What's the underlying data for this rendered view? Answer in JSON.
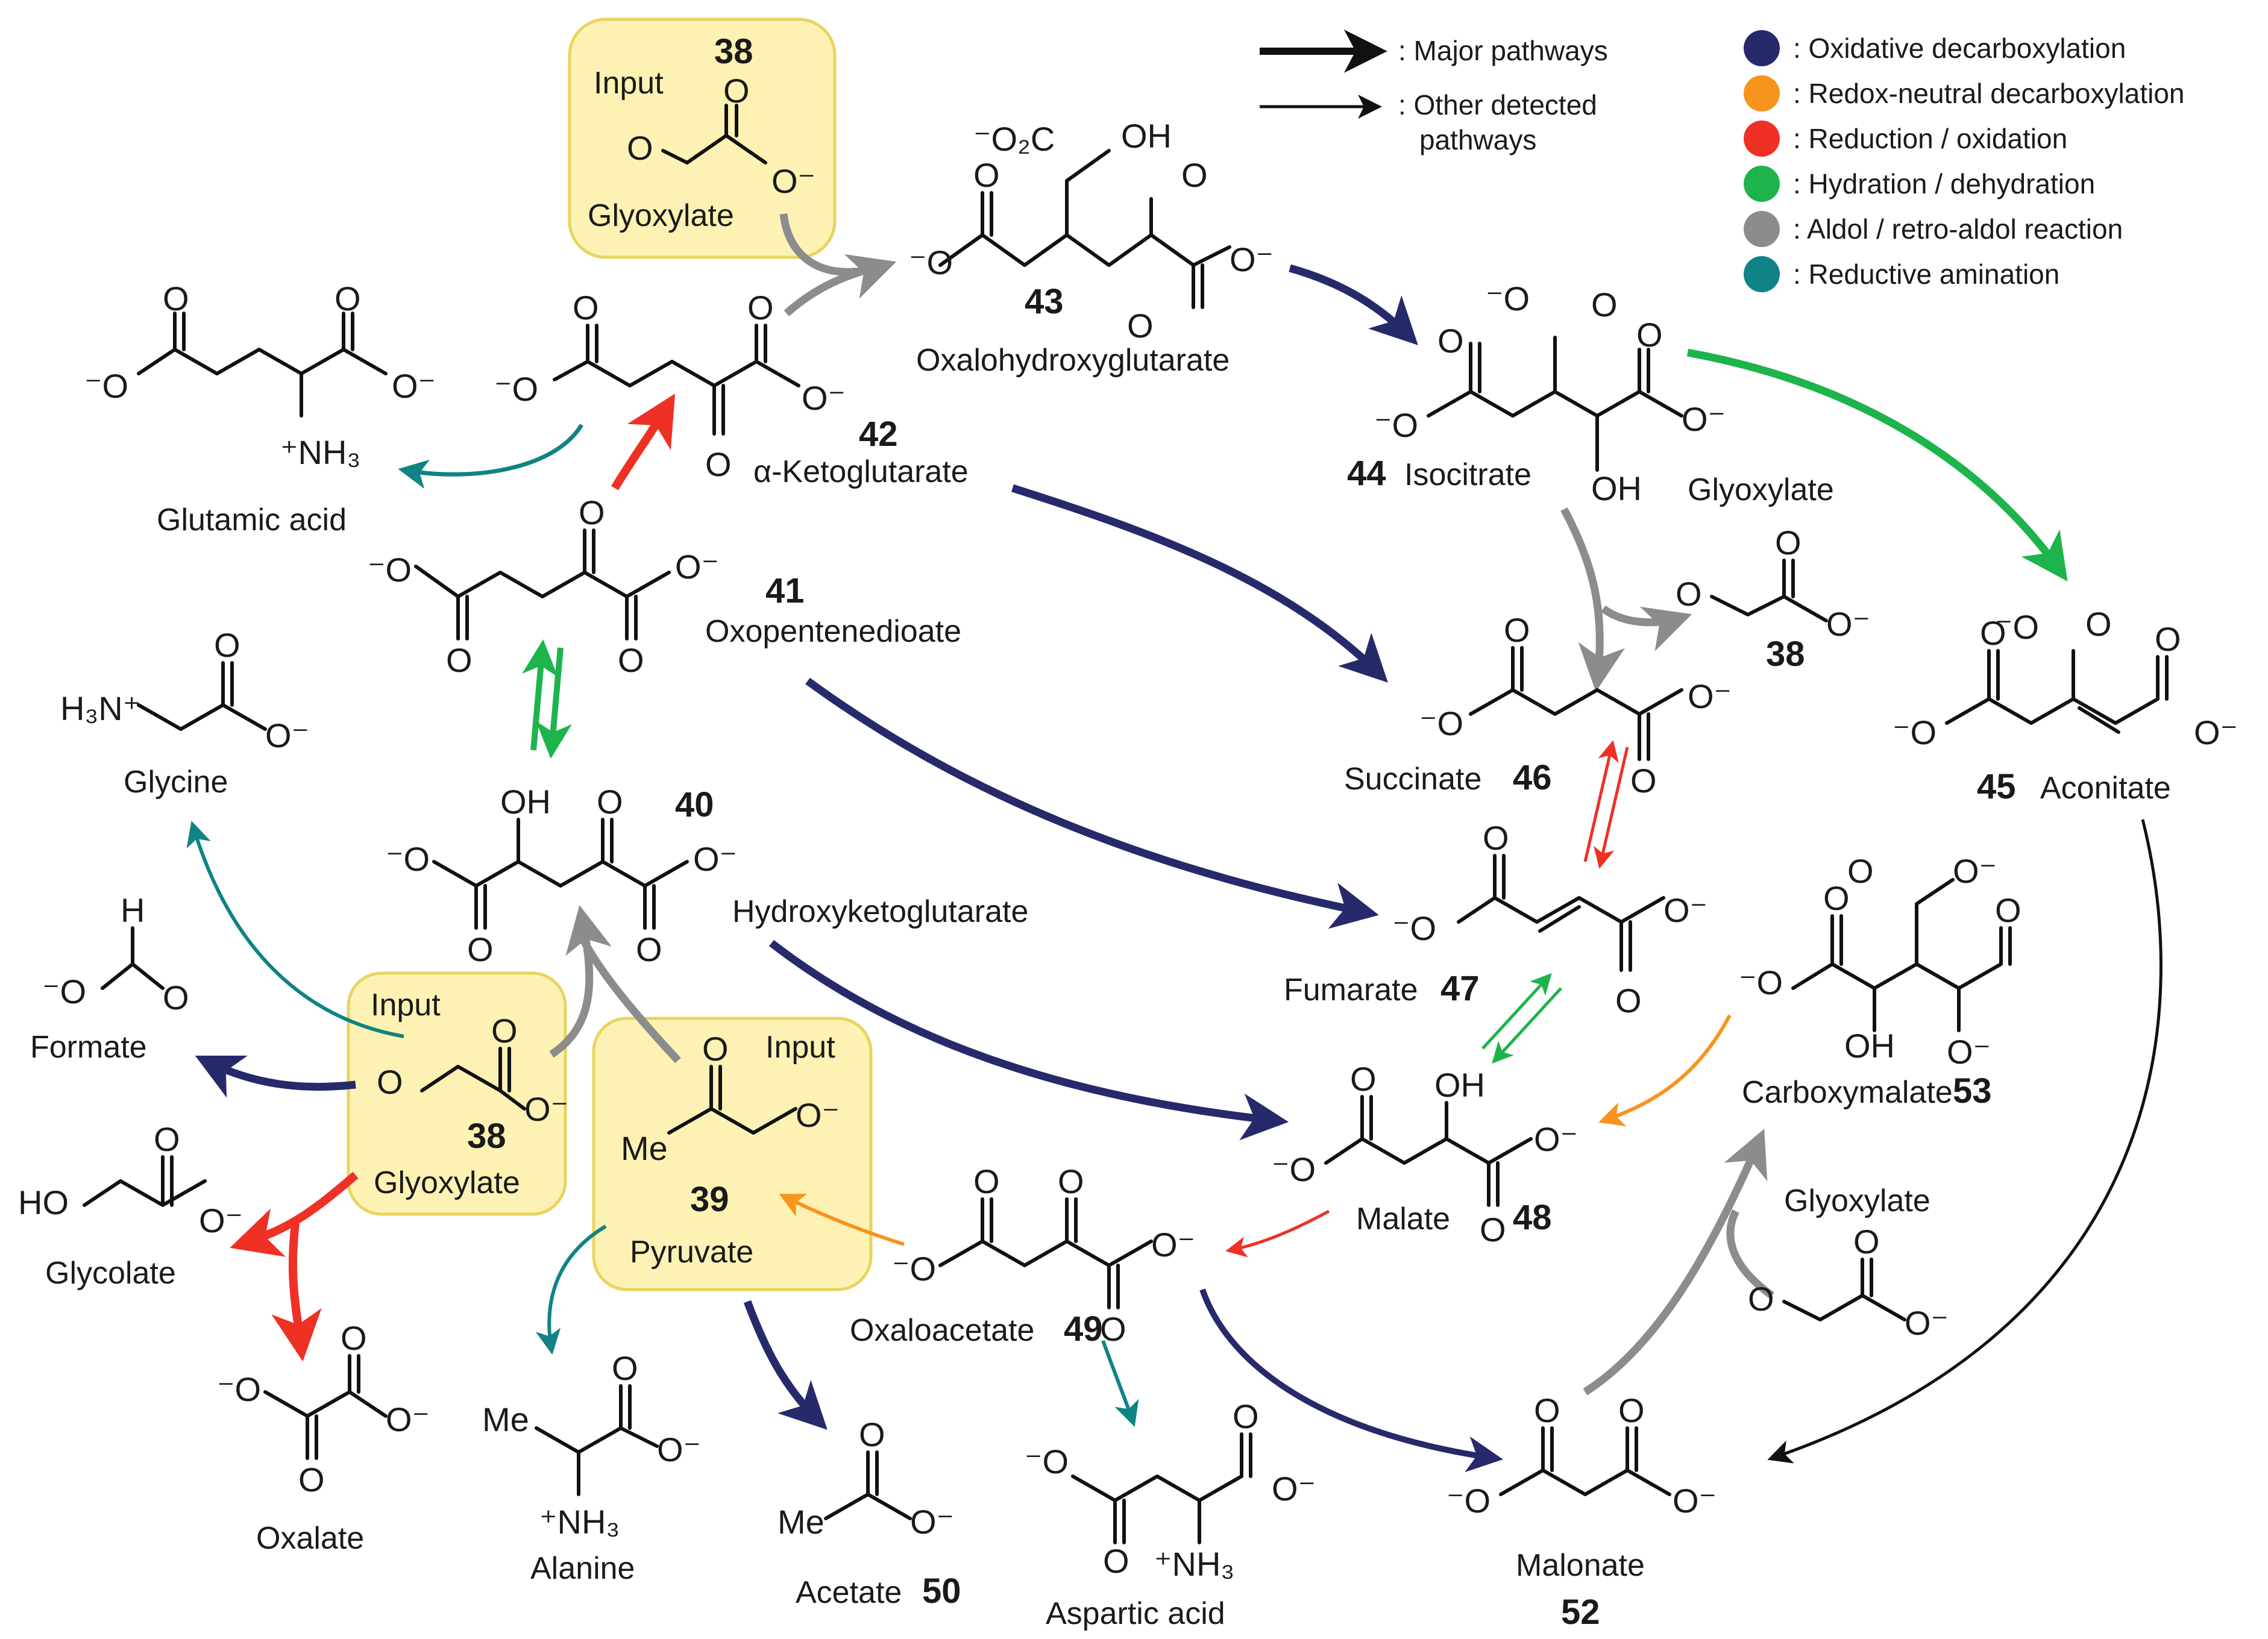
{
  "legend": {
    "arrows": [
      {
        "label": ": Major pathways"
      },
      {
        "label": ": Other detected pathways"
      }
    ],
    "categories": [
      {
        "label": ": Oxidative decarboxylation",
        "color": "#262a6b"
      },
      {
        "label": ": Redox-neutral decarboxylation",
        "color": "#f7941d"
      },
      {
        "label": ": Reduction / oxidation",
        "color": "#ee3124"
      },
      {
        "label": ": Hydration / dehydration",
        "color": "#1db44b"
      },
      {
        "label": ": Aldol / retro-aldol reaction",
        "color": "#8c8c8c"
      },
      {
        "label": ": Reductive amination",
        "color": "#0f8385"
      }
    ]
  },
  "inputs": {
    "tag": "Input",
    "top": {
      "number": "38",
      "name": "Glyoxylate"
    },
    "left": {
      "number": "38",
      "name": "Glyoxylate"
    },
    "pyruvate": {
      "number": "39",
      "name": "Pyruvate"
    }
  },
  "compounds": {
    "c40": {
      "number": "40",
      "name": "Hydroxyketoglutarate"
    },
    "c41": {
      "number": "41",
      "name": "Oxopentenedioate"
    },
    "c42": {
      "number": "42",
      "name": "α-Ketoglutarate"
    },
    "c43": {
      "number": "43",
      "name": "Oxalohydroxyglutarate"
    },
    "c44": {
      "number": "44",
      "name": "Isocitrate"
    },
    "c45": {
      "number": "45",
      "name": "Aconitate"
    },
    "c46": {
      "number": "46",
      "name": "Succinate"
    },
    "c47": {
      "number": "47",
      "name": "Fumarate"
    },
    "c48": {
      "number": "48",
      "name": "Malate"
    },
    "c49": {
      "number": "49",
      "name": "Oxaloacetate"
    },
    "c50": {
      "number": "50",
      "name": "Acetate"
    },
    "c52": {
      "number": "52",
      "name": "Malonate"
    },
    "c53": {
      "number": "53",
      "name": "Carboxymalate"
    },
    "c38b": {
      "number": "38"
    },
    "glutamic": {
      "name": "Glutamic acid"
    },
    "glycine": {
      "name": "Glycine"
    },
    "formate": {
      "name": "Formate"
    },
    "glycolate": {
      "name": "Glycolate"
    },
    "oxalate": {
      "name": "Oxalate"
    },
    "alanine": {
      "name": "Alanine"
    },
    "aspartic": {
      "name": "Aspartic acid"
    }
  },
  "side_labels": {
    "glyoxylate_at_44": "Glyoxylate",
    "glyoxylate_at_52": "Glyoxylate"
  }
}
